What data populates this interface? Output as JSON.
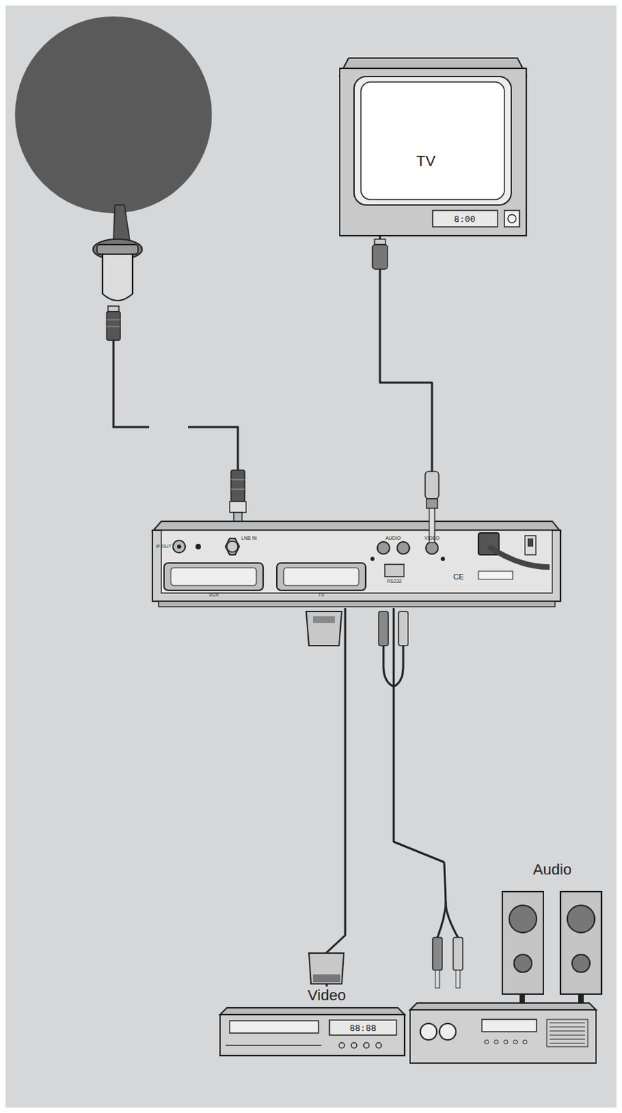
{
  "diagram": {
    "nodes": [
      {
        "text": [
          "TV"
        ]
      },
      {
        "text": [
          "IF OUT",
          "LNB IN",
          "VCR",
          "TV",
          "AUDIO",
          "VIDEO",
          "RS232",
          "CE"
        ]
      },
      {
        "text": [
          "Video"
        ]
      },
      {
        "text": [
          "Audio"
        ]
      }
    ],
    "edges": [
      {
        "from": 1,
        "to": 0,
        "arrow": "none"
      },
      {
        "from": 1,
        "to": 2,
        "arrow": "none"
      },
      {
        "from": 1,
        "to": 3,
        "arrow": "none"
      }
    ],
    "labels": [
      "8:00",
      "88:88"
    ]
  }
}
